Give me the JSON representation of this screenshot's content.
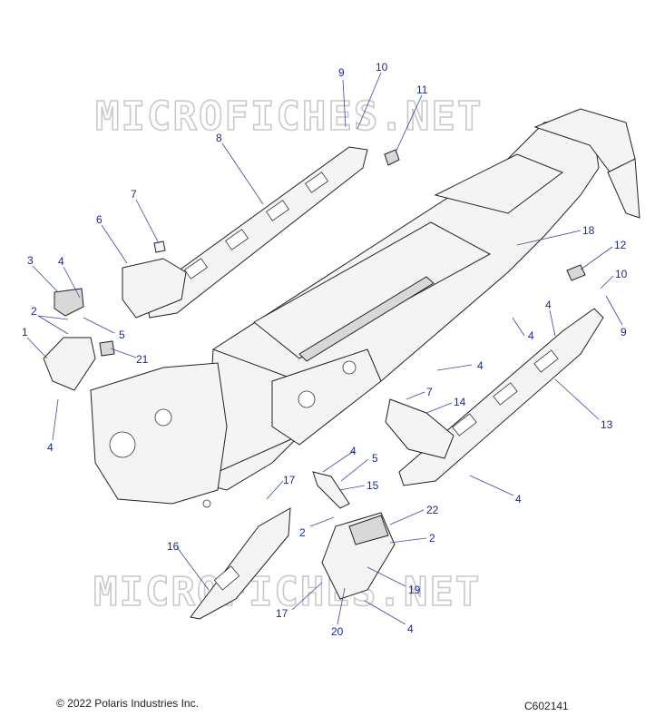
{
  "watermark_text": "MICROFICHES.NET",
  "copyright": "© 2022 Polaris Industries Inc.",
  "figure_id": "C602141",
  "callouts": [
    "9",
    "10",
    "11",
    "8",
    "7",
    "6",
    "3",
    "4",
    "2",
    "5",
    "1",
    "21",
    "4",
    "18",
    "12",
    "10",
    "9",
    "4",
    "4",
    "4",
    "13",
    "7",
    "14",
    "4",
    "5",
    "15",
    "4",
    "17",
    "2",
    "22",
    "2",
    "16",
    "19",
    "17",
    "20",
    "4"
  ]
}
